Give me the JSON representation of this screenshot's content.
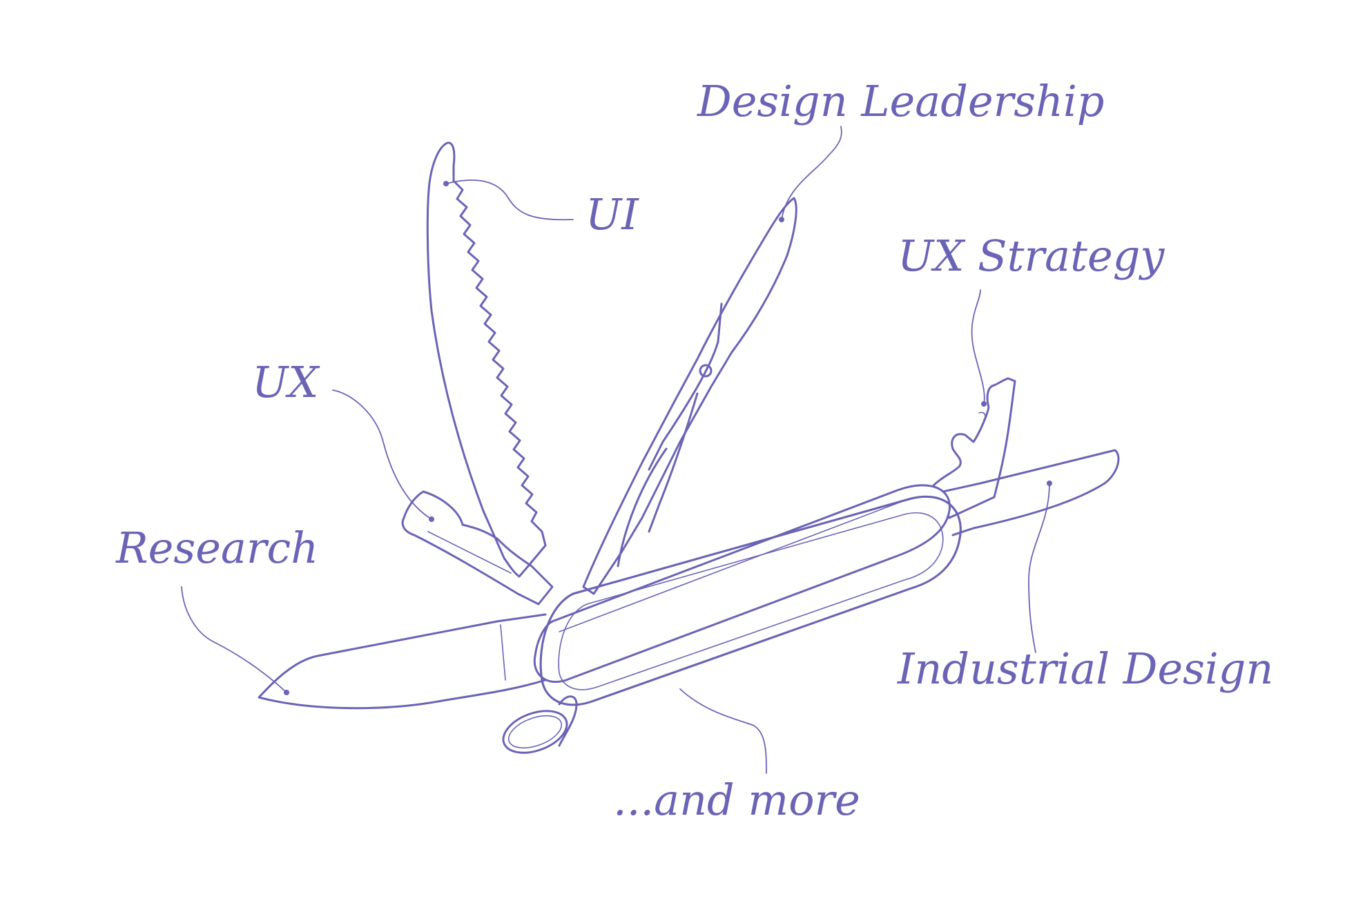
{
  "labels": {
    "design_leadership": "Design Leadership",
    "ui": "UI",
    "ux_strategy": "UX Strategy",
    "ux": "UX",
    "research": "Research",
    "industrial_design": "Industrial Design",
    "and_more": "...and more"
  },
  "colors": {
    "ink": "#6a63b6",
    "background": "#ffffff"
  }
}
